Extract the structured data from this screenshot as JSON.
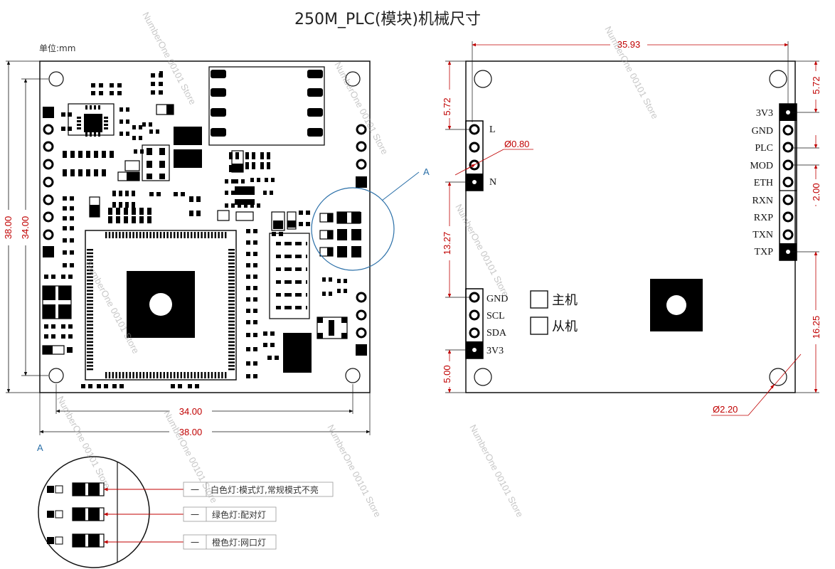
{
  "title": "250M_PLC(模块)机械尺寸",
  "unit_label": "单位:mm",
  "dimensions": {
    "front_inner_width": "34.00",
    "front_outer_width": "38.00",
    "front_outer_height": "38.00",
    "front_inner_height": "34.00",
    "back_top_width": "35.93",
    "left_top_offset": "5.72",
    "pin_hole": "Ø0.80",
    "left_gap": "13.27",
    "left_bottom_offset": "5.00",
    "right_top_offset": "5.72",
    "right_pitch": "2.00",
    "right_bottom_offset": "16.25",
    "mount_hole": "Ø2.20"
  },
  "detail_label": "A",
  "detail_view_label": "A",
  "pins": {
    "left_top": [
      "L",
      "",
      "",
      "N"
    ],
    "left_bottom": [
      "GND",
      "SCL",
      "SDA",
      "3V3"
    ],
    "right": [
      "3V3",
      "GND",
      "PLC",
      "MOD",
      "ETH",
      "RXN",
      "RXP",
      "TXN",
      "TXP"
    ]
  },
  "legend": {
    "host": "主机",
    "slave": "从机"
  },
  "annotations": [
    {
      "prefix": "一",
      "text": "白色灯:模式灯,常规模式不亮"
    },
    {
      "prefix": "一",
      "text": "绿色灯:配对灯"
    },
    {
      "prefix": "一",
      "text": "橙色灯:网口灯"
    }
  ],
  "watermark": "NumberOne 00101 Store",
  "colors": {
    "dimension": "#c00000",
    "detail": "#2a6fa8",
    "annotation_line": "#c00000",
    "component": "#000000"
  }
}
